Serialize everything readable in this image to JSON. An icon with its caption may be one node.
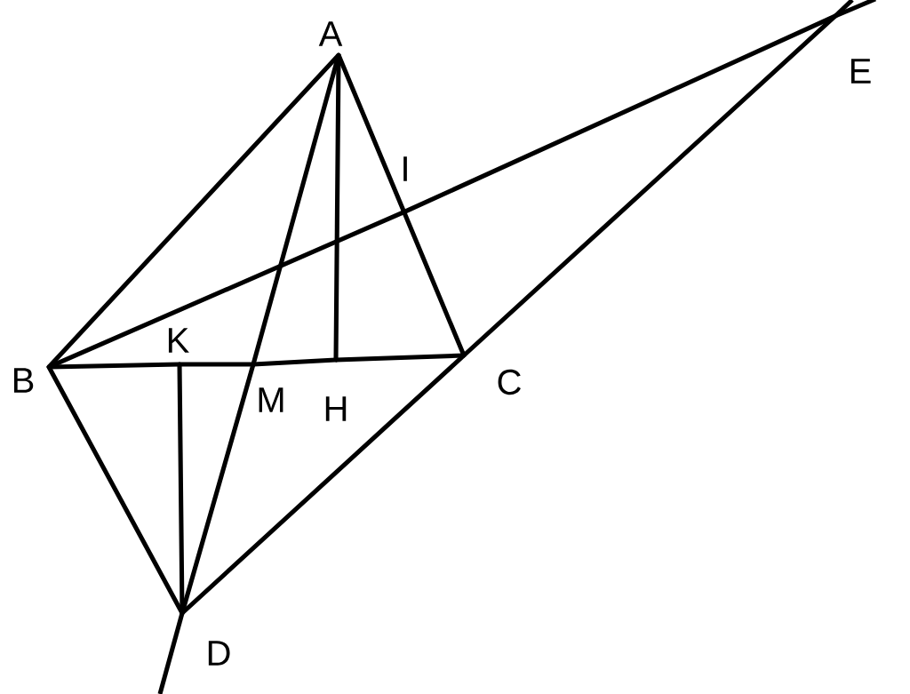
{
  "diagram": {
    "nodes": [
      {
        "text": [
          "A"
        ]
      },
      {
        "text": [
          "B"
        ]
      },
      {
        "text": [
          "C"
        ]
      },
      {
        "text": [
          "D"
        ]
      },
      {
        "text": [
          "E"
        ]
      },
      {
        "text": [
          "I"
        ]
      },
      {
        "text": [
          "K"
        ]
      },
      {
        "text": [
          "M"
        ]
      },
      {
        "text": [
          "H"
        ]
      }
    ],
    "edges": [
      {
        "from": 0,
        "to": 1,
        "arrow": "none"
      },
      {
        "from": 0,
        "to": 2,
        "arrow": "none"
      },
      {
        "from": 0,
        "to": 8,
        "arrow": "none"
      },
      {
        "from": 0,
        "to": 7,
        "arrow": "none"
      },
      {
        "from": 7,
        "to": 3,
        "arrow": "none"
      },
      {
        "from": 1,
        "to": 6,
        "arrow": "none"
      },
      {
        "from": 6,
        "to": 7,
        "arrow": "none"
      },
      {
        "from": 7,
        "to": 8,
        "arrow": "none"
      },
      {
        "from": 8,
        "to": 2,
        "arrow": "none"
      },
      {
        "from": 1,
        "to": 5,
        "arrow": "none"
      },
      {
        "from": 5,
        "to": 4,
        "arrow": "none"
      },
      {
        "from": 1,
        "to": 3,
        "arrow": "none"
      },
      {
        "from": 6,
        "to": 3,
        "arrow": "none"
      },
      {
        "from": 3,
        "to": 2,
        "arrow": "none"
      },
      {
        "from": 2,
        "to": 4,
        "arrow": "none"
      }
    ]
  }
}
